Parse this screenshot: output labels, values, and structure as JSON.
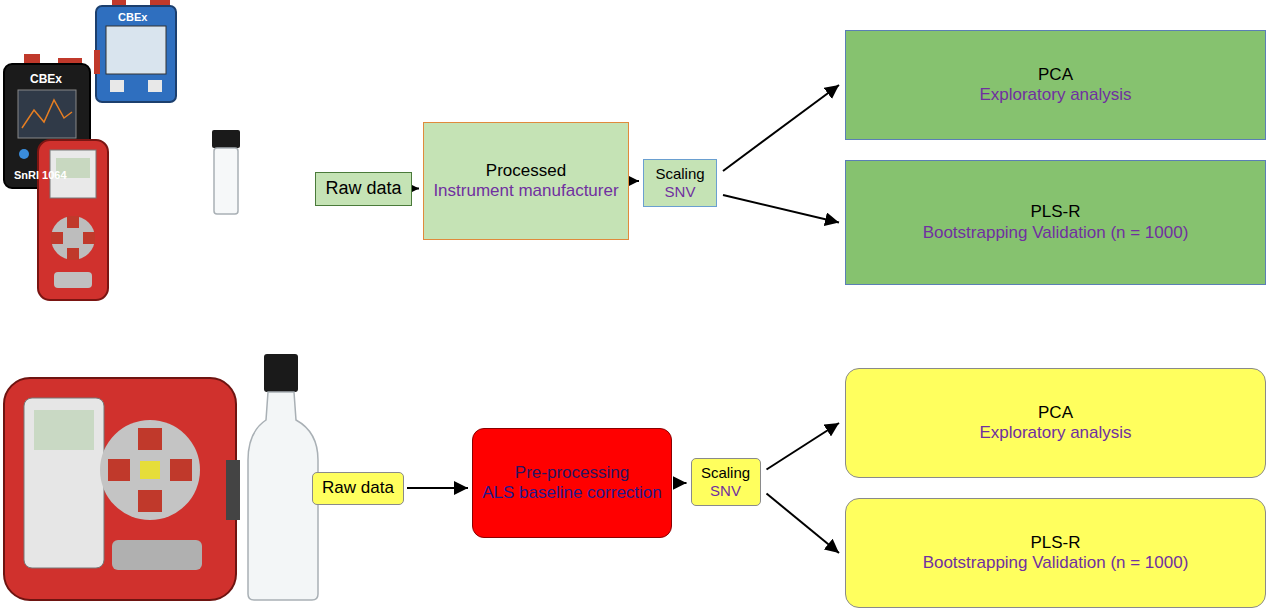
{
  "diagram": {
    "nodes": [
      {
        "text": [
          "Raw data"
        ]
      },
      {
        "text": [
          "Processed",
          "Instrument manufacturer"
        ]
      },
      {
        "text": [
          "Scaling",
          "SNV"
        ]
      },
      {
        "text": [
          "PCA",
          "Exploratory analysis"
        ]
      },
      {
        "text": [
          "PLS-R",
          "Bootstrapping Validation (n = 1000)"
        ]
      },
      {
        "text": [
          "Raw data"
        ]
      },
      {
        "text": [
          "Pre-processing",
          "ALS baseline correction"
        ]
      },
      {
        "text": [
          "Scaling",
          "SNV"
        ]
      },
      {
        "text": [
          "PCA",
          "Exploratory analysis"
        ]
      },
      {
        "text": [
          "PLS-R",
          "Bootstrapping Validation (n = 1000)"
        ]
      }
    ],
    "edges": [
      {
        "from": 0,
        "to": 1,
        "arrow": "to"
      },
      {
        "from": 1,
        "to": 2,
        "arrow": "to"
      },
      {
        "from": 2,
        "to": 3,
        "arrow": "to"
      },
      {
        "from": 2,
        "to": 4,
        "arrow": "to"
      },
      {
        "from": 5,
        "to": 6,
        "arrow": "to"
      },
      {
        "from": 6,
        "to": 7,
        "arrow": "to"
      },
      {
        "from": 7,
        "to": 8,
        "arrow": "to"
      },
      {
        "from": 7,
        "to": 9,
        "arrow": "to"
      }
    ],
    "labels": [
      "CBEx",
      "CBEx",
      "SnRI 1064"
    ]
  }
}
